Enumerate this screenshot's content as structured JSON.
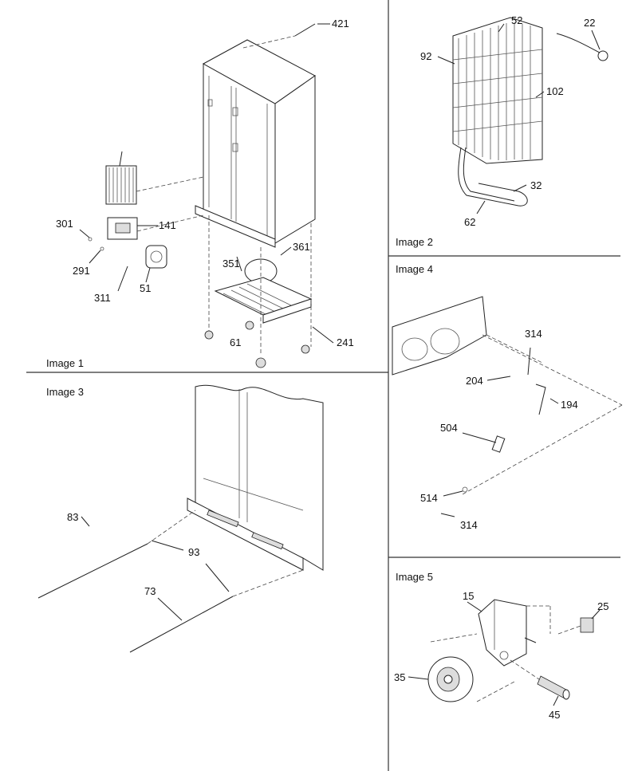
{
  "captions": {
    "image1": "Image 1",
    "image2": "Image 2",
    "image3": "Image 3",
    "image4": "Image 4",
    "image5": "Image 5"
  },
  "labels": {
    "i1": [
      "421",
      "301",
      "141",
      "291",
      "361",
      "351",
      "311",
      "51",
      "61",
      "241"
    ],
    "i2": [
      "22",
      "52",
      "92",
      "102",
      "32",
      "62"
    ],
    "i3": [
      "83",
      "93",
      "73"
    ],
    "i4": [
      "314",
      "204",
      "194",
      "504",
      "514",
      "314"
    ],
    "i5": [
      "15",
      "25",
      "35",
      "45"
    ]
  }
}
